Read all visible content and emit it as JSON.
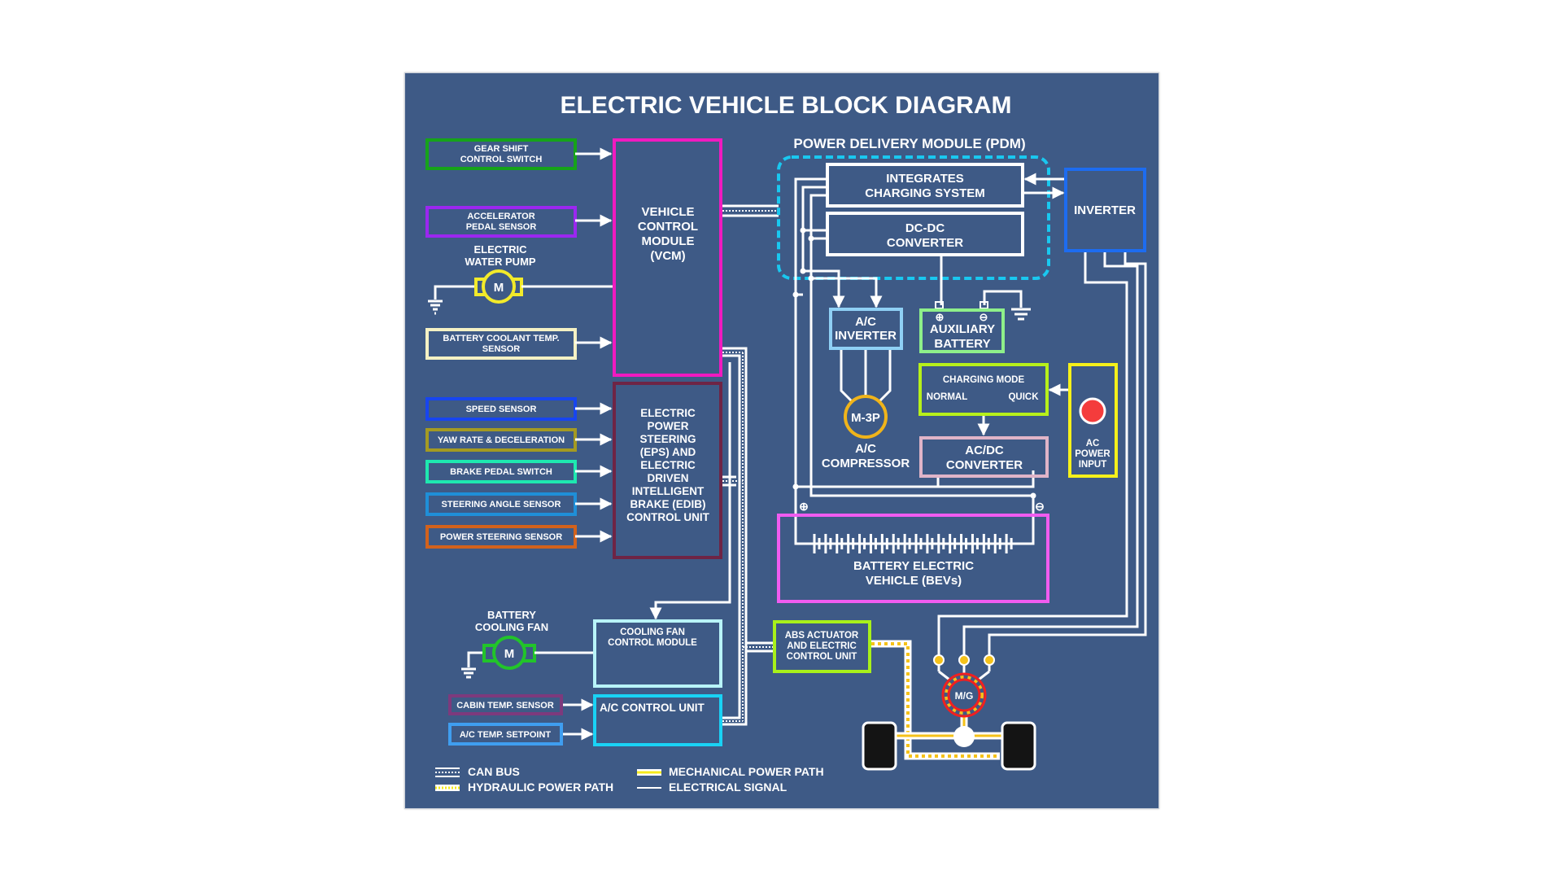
{
  "title": "ELECTRIC VEHICLE BLOCK DIAGRAM",
  "pdm_title": "POWER DELIVERY MODULE (PDM)",
  "inputs_vcm": [
    {
      "lines": [
        "GEAR SHIFT",
        "CONTROL SWITCH"
      ],
      "color": "#16a31a"
    },
    {
      "lines": [
        "ACCELERATOR",
        "PEDAL SENSOR"
      ],
      "color": "#9b27f0"
    },
    {
      "lines": [
        "BATTERY COOLANT TEMP.",
        "SENSOR"
      ],
      "color": "#f4f1c4"
    }
  ],
  "water_pump": {
    "lines": [
      "ELECTRIC",
      "WATER PUMP"
    ],
    "motor_label": "M",
    "color": "#f2ea2a"
  },
  "inputs_eps": [
    {
      "label": "SPEED SENSOR",
      "color": "#1745f0"
    },
    {
      "label": "YAW RATE & DECELERATION",
      "color": "#a49a22"
    },
    {
      "label": "BRAKE PEDAL SWITCH",
      "color": "#1ee8b0"
    },
    {
      "label": "STEERING ANGLE SENSOR",
      "color": "#1f8fd8"
    },
    {
      "label": "POWER STEERING SENSOR",
      "color": "#d2621c"
    }
  ],
  "vcm": {
    "lines": [
      "VEHICLE",
      "CONTROL",
      "MODULE",
      "(VCM)"
    ],
    "color": "#f01ac0"
  },
  "eps": {
    "lines": [
      "ELECTRIC",
      "POWER",
      "STEERING",
      "(EPS) AND",
      "ELECTRIC",
      "DRIVEN",
      "INTELLIGENT",
      "BRAKE (EDIB)",
      "CONTROL UNIT"
    ],
    "color": "#6e2445"
  },
  "charging_system": {
    "lines": [
      "INTEGRATES",
      "CHARGING SYSTEM"
    ]
  },
  "dcdc": {
    "lines": [
      "DC-DC",
      "CONVERTER"
    ]
  },
  "inverter": {
    "label": "INVERTER",
    "color": "#1d6cf0"
  },
  "ac_inverter": {
    "lines": [
      "A/C",
      "INVERTER"
    ],
    "color": "#8fd0f5"
  },
  "aux_battery": {
    "lines": [
      "AUXILIARY",
      "BATTERY"
    ],
    "plus": "⊕",
    "minus": "⊖",
    "color": "#8ef08a"
  },
  "compressor": {
    "motor_label": "M-3P",
    "lines": [
      "A/C",
      "COMPRESSOR"
    ],
    "color": "#f0b41a"
  },
  "charging_mode": {
    "title": "CHARGING MODE",
    "normal": "NORMAL",
    "quick": "QUICK",
    "color": "#b7f01a"
  },
  "acdc": {
    "lines": [
      "AC/DC",
      "CONVERTER"
    ],
    "color": "#e0b4c8"
  },
  "ac_power_input": {
    "lines": [
      "AC",
      "POWER",
      "INPUT"
    ],
    "color": "#f5f01a",
    "indicator_color": "#f43c3c"
  },
  "bev_battery": {
    "lines": [
      "BATTERY ELECTRIC",
      "VEHICLE (BEVs)"
    ],
    "plus": "⊕",
    "minus": "⊖",
    "color": "#f05cf0"
  },
  "cooling_fan": {
    "lines": [
      "BATTERY",
      "COOLING FAN"
    ],
    "motor_label": "M",
    "color": "#22c42a"
  },
  "cooling_module": {
    "lines": [
      "COOLING FAN",
      "CONTROL MODULE"
    ],
    "color": "#b8f4f8"
  },
  "ac_control": {
    "label": "A/C CONTROL UNIT",
    "color": "#19d2f5"
  },
  "cabin_sensor": {
    "label": "CABIN TEMP. SENSOR",
    "color": "#7d3a7d"
  },
  "ac_setpoint": {
    "label": "A/C TEMP. SETPOINT",
    "color": "#3f9ef0"
  },
  "abs": {
    "lines": [
      "ABS ACTUATOR",
      "AND ELECTRIC",
      "CONTROL UNIT"
    ],
    "color": "#a8f01a"
  },
  "mg": {
    "label": "M/G"
  },
  "legend": {
    "can_bus": "CAN BUS",
    "hydraulic": "HYDRAULIC POWER PATH",
    "mechanical": "MECHANICAL POWER PATH",
    "electrical": "ELECTRICAL SIGNAL"
  },
  "colors": {
    "panel": "#3e5a86",
    "pdm_border": "#19c8f0",
    "mech": "#f5c21a"
  }
}
